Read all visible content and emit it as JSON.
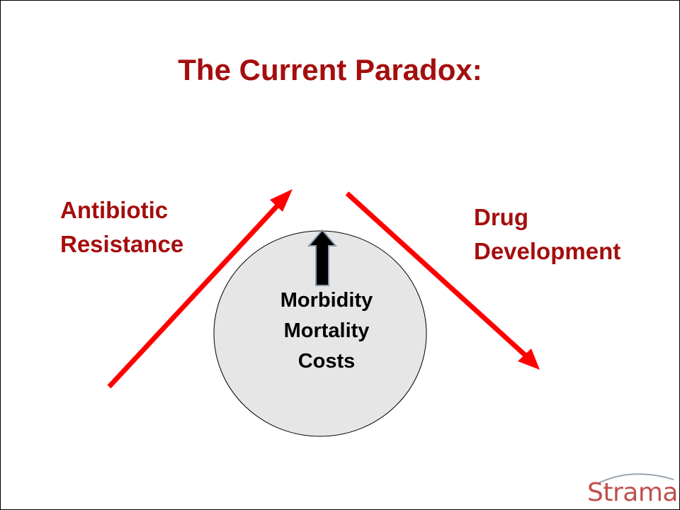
{
  "slide": {
    "title": "The Current Paradox:",
    "left_label": [
      "Antibiotic",
      "Resistance"
    ],
    "right_label": [
      "Drug",
      "Development"
    ],
    "center_items": [
      "Morbidity",
      "Mortality",
      "Costs"
    ],
    "logo_text": "Strama"
  },
  "colors": {
    "title": "#a50d0d",
    "arrows": "#ff0000",
    "circle_fill": "#e6e6e6",
    "logo": "#c0504d"
  },
  "icons": {
    "up_arrow": "arrow-up-icon",
    "rising_arrow": "arrow-up-right-icon",
    "falling_arrow": "arrow-down-right-icon"
  }
}
